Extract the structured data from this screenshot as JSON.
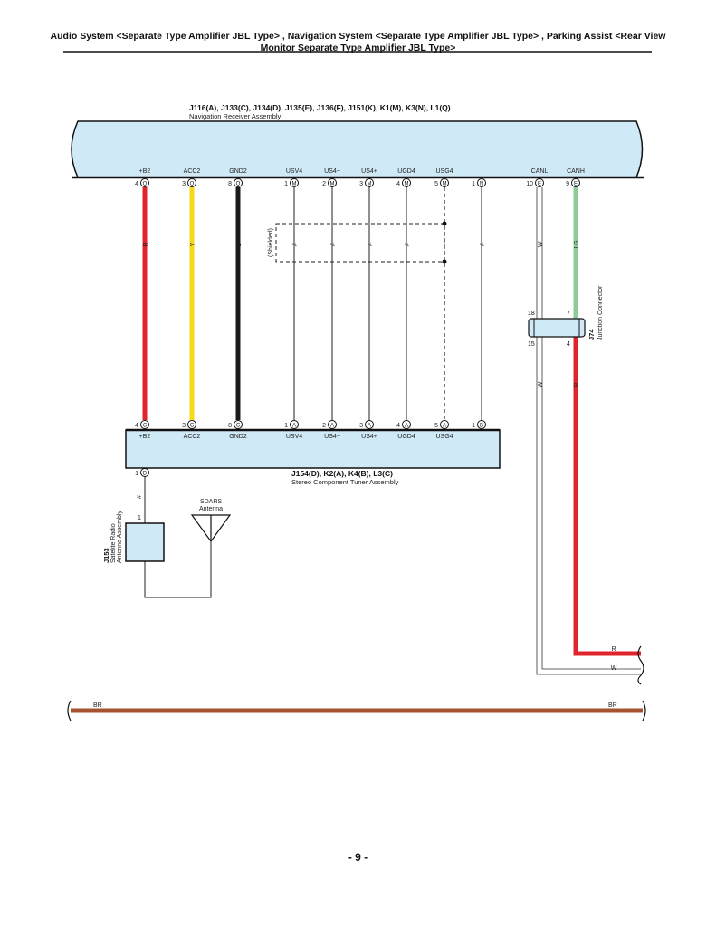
{
  "header": {
    "line1": "Audio System <Separate Type Amplifier JBL Type> , Navigation System <Separate Type Amplifier JBL Type> , Parking Assist <Rear View",
    "line2": "Monitor Separate Type Amplifier JBL Type>"
  },
  "nav_receiver": {
    "code": "J116(A), J133(C), J134(D), J135(E), J136(F), J151(K), K1(M), K3(N), L1(Q)",
    "name": "Navigation Receiver Assembly"
  },
  "stereo_tuner": {
    "code": "J154(D), K2(A), K4(B), L3(C)",
    "name": "Stereo Component Tuner Assembly"
  },
  "shielded_label": "(Shielded)",
  "junction": {
    "code": "J74",
    "name": "Junction Connector",
    "pins": [
      "18",
      "7",
      "15",
      "4"
    ]
  },
  "satellite": {
    "code": "J153",
    "name_line1": "Satelite Radio",
    "name_line2": "Antenna Assembly",
    "pin": "1"
  },
  "sdars": {
    "line1": "SDARS",
    "line2": "Antenna"
  },
  "colors": {
    "red": "#e0242b",
    "yellow": "#f7d917",
    "black": "#1a1a1a",
    "green": "#8dcc97",
    "brown": "#a5532e",
    "box": "#cfe9f7"
  },
  "wires": [
    {
      "signal": "+B2",
      "top_pin": "4",
      "top_conn": "Q",
      "bottom_pin": "4",
      "bottom_conn": "C",
      "color_code": "R"
    },
    {
      "signal": "ACC2",
      "top_pin": "3",
      "top_conn": "Q",
      "bottom_pin": "3",
      "bottom_conn": "C",
      "color_code": "Y"
    },
    {
      "signal": "GND2",
      "top_pin": "8",
      "top_conn": "Q",
      "bottom_pin": "8",
      "bottom_conn": "C",
      "color_code": "B"
    },
    {
      "signal": "USV4",
      "top_pin": "1",
      "top_conn": "M",
      "bottom_pin": "1",
      "bottom_conn": "A",
      "color_code": "#"
    },
    {
      "signal": "US4−",
      "top_pin": "2",
      "top_conn": "M",
      "bottom_pin": "2",
      "bottom_conn": "A",
      "color_code": "#"
    },
    {
      "signal": "US4+",
      "top_pin": "3",
      "top_conn": "M",
      "bottom_pin": "3",
      "bottom_conn": "A",
      "color_code": "#"
    },
    {
      "signal": "UGD4",
      "top_pin": "4",
      "top_conn": "M",
      "bottom_pin": "4",
      "bottom_conn": "A",
      "color_code": "#"
    },
    {
      "signal": "USG4",
      "top_pin": "5",
      "top_conn": "M",
      "bottom_pin": "5",
      "bottom_conn": "A",
      "color_code": ""
    },
    {
      "signal": "",
      "top_pin": "1",
      "top_conn": "N",
      "bottom_pin": "1",
      "bottom_conn": "B",
      "color_code": "#"
    },
    {
      "signal": "CANL",
      "top_pin": "10",
      "top_conn": "E",
      "color_code": "W",
      "lower_code": "W",
      "right_code": "W"
    },
    {
      "signal": "CANH",
      "top_pin": "9",
      "top_conn": "E",
      "color_code": "LG",
      "lower_code": "R",
      "right_code": "R"
    }
  ],
  "tuner_bottom_pin": {
    "pin": "1",
    "conn": "D",
    "color_code": "#"
  },
  "ground_bus": {
    "left_code": "BR",
    "right_code": "BR"
  },
  "footer": "- 9 -"
}
